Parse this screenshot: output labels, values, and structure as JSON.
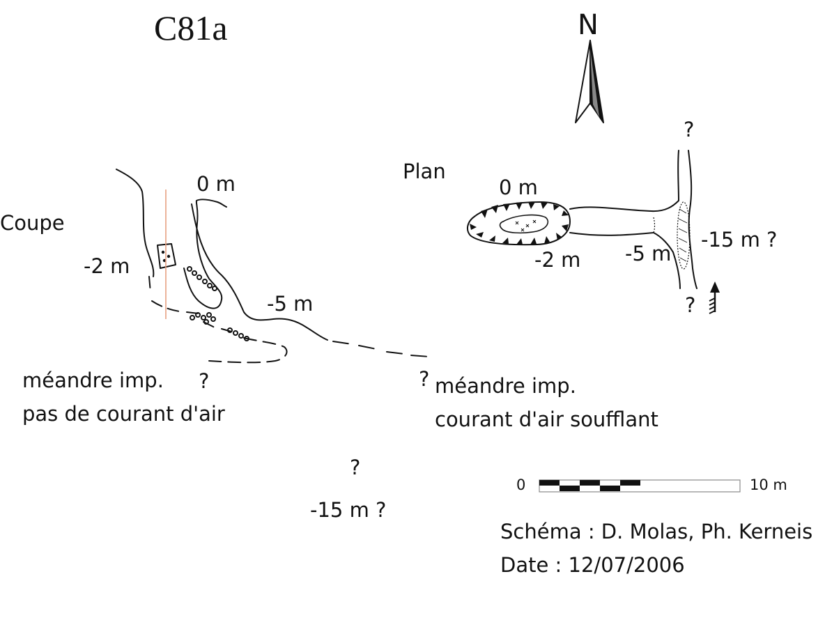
{
  "title": "C81a",
  "compass": {
    "label": "N",
    "icon": "north-arrow-icon"
  },
  "coupe": {
    "heading": "Coupe",
    "depth_0": "0 m",
    "depth_2": "-2 m",
    "depth_5": "-5 m",
    "depth_15": "-15 m ?",
    "q_left": "?",
    "q_right": "?",
    "q_bottom": "?",
    "note_left_line1": "méandre imp.",
    "note_left_line2": "pas de courant d'air",
    "note_right_line1": "méandre imp.",
    "note_right_line2": "courant d'air soufflant"
  },
  "plan": {
    "heading": "Plan",
    "depth_0": "0 m",
    "depth_2": "-2 m",
    "depth_5": "-5 m",
    "depth_15": "-15 m ?",
    "q_top": "?",
    "q_bottom": "?"
  },
  "scale": {
    "start": "0",
    "end": "10 m"
  },
  "credits": {
    "schema": "Schéma : D. Molas, Ph. Kerneis",
    "date": "Date : 12/07/2006"
  },
  "colors": {
    "ink": "#111111",
    "section_line": "#e8a080"
  }
}
